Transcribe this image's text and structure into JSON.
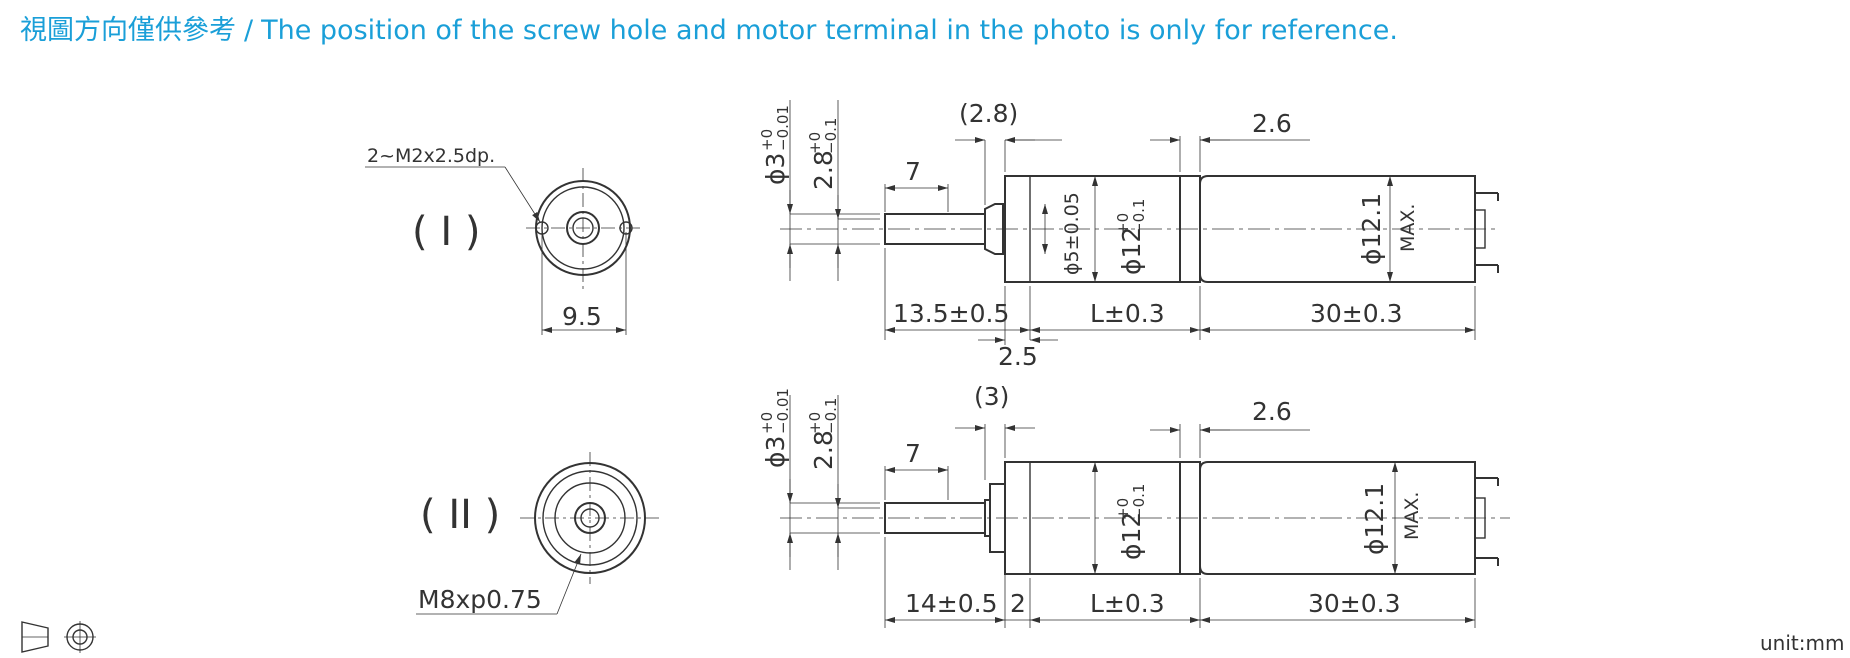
{
  "header": {
    "title_zh": "視圖方向僅供參考",
    "separator": "/",
    "title_en": "The position of the screw hole and motor terminal in the photo is only for reference."
  },
  "unit_label": "unit:mm",
  "view_symbol_icons": [
    "first-angle-projection-icon"
  ],
  "variant_I": {
    "label": "( I )",
    "hole_callout": "2~M2x2.5dp.",
    "hole_spacing": "9.5",
    "shaft_dia": "ϕ3",
    "shaft_dia_tol_upper": "+0",
    "shaft_dia_tol_lower": "−0.01",
    "flat_dim": "2.8",
    "flat_tol_upper": "+0",
    "flat_tol_lower": "−0.1",
    "boss_length": "(2.8)",
    "shaft_flat_length": "7",
    "boss_dia": "ϕ5±0.05",
    "gearbox_dia": "ϕ12",
    "gearbox_dia_tol_upper": "+0",
    "gearbox_dia_tol_lower": "−0.1",
    "gap": "2.6",
    "motor_dia": "ϕ12.1",
    "motor_dia_note": "MAX.",
    "shaft_length": "13.5±0.5",
    "gearbox_length": "L±0.3",
    "motor_length": "30±0.3",
    "step": "2.5"
  },
  "variant_II": {
    "label": "( II )",
    "thread_callout": "M8xp0.75",
    "shaft_dia": "ϕ3",
    "shaft_dia_tol_upper": "+0",
    "shaft_dia_tol_lower": "−0.01",
    "flat_dim": "2.8",
    "flat_tol_upper": "+0",
    "flat_tol_lower": "−0.1",
    "boss_length": "(3)",
    "shaft_flat_length": "7",
    "gearbox_dia": "ϕ12",
    "gearbox_dia_tol_upper": "+0",
    "gearbox_dia_tol_lower": "−0.1",
    "gap": "2.6",
    "motor_dia": "ϕ12.1",
    "motor_dia_note": "MAX.",
    "shaft_length": "14±0.5",
    "flange": "2",
    "gearbox_length": "L±0.3",
    "motor_length": "30±0.3"
  }
}
